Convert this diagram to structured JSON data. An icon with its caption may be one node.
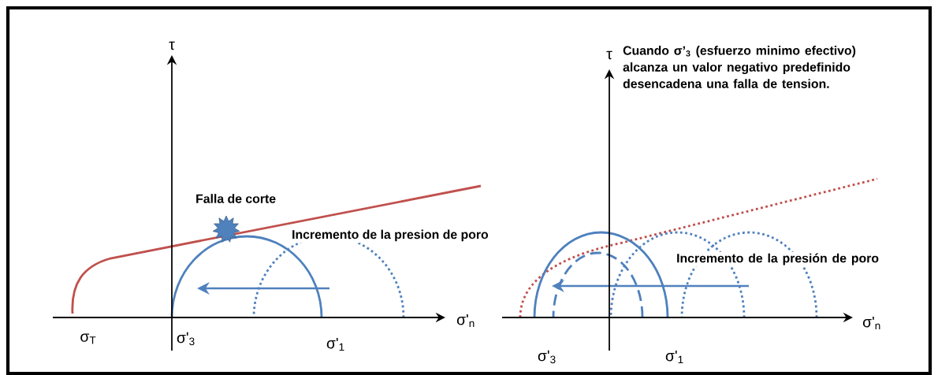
{
  "diagram": {
    "labels": [
      "τ",
      "Cuando σ’$_{3}$ (esfuerzo minimo efectivo) alcanza un valor negativo predefinido desencadena una falla de tension.",
      "τ",
      "Falla de corte",
      "Incremento de la presion de poro",
      "Incremento de la presión de poro",
      "σ'$_{n}$",
      "σ'$_{n}$",
      "σ$_{T}$",
      "σ'$_{3}$",
      "σ'$_{1}$",
      "σ'$_{3}$",
      "σ'$_{1}$"
    ]
  }
}
